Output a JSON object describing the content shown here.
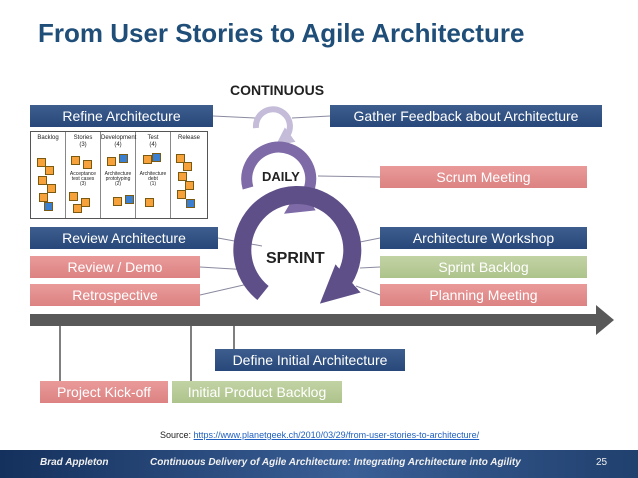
{
  "slide": {
    "title": "From User Stories to Agile Architecture",
    "cycles": {
      "continuous": "CONTINUOUS",
      "daily": "DAILY",
      "sprint": "SPRINT"
    },
    "labels": {
      "refine_architecture": "Refine Architecture",
      "gather_feedback": "Gather Feedback about Architecture",
      "scrum_meeting": "Scrum Meeting",
      "review_architecture": "Review Architecture",
      "architecture_workshop": "Architecture Workshop",
      "review_demo": "Review / Demo",
      "sprint_backlog": "Sprint Backlog",
      "retrospective": "Retrospective",
      "planning_meeting": "Planning Meeting",
      "define_initial_architecture": "Define Initial Architecture",
      "project_kickoff": "Project Kick-off",
      "initial_product_backlog": "Initial Product Backlog"
    },
    "board": {
      "headers": [
        "Backlog",
        "Stories\n(3)",
        "Development\n(4)",
        "Test\n(4)",
        "Release"
      ],
      "notes": [
        "Acceptance\ntest cases\n(3)",
        "Architecture\nprototyping\n(2)",
        "Architecture\ndebt\n(1)"
      ]
    },
    "source": {
      "prefix": "Source: ",
      "url": "https://www.planetgeek.ch/2010/03/29/from-user-stories-to-architecture/"
    },
    "footer": {
      "author": "Brad Appleton",
      "subtitle": "Continuous Delivery of Agile Architecture: Integrating Architecture into Agility",
      "page_number": "25"
    },
    "colors": {
      "title": "#1f4e79",
      "dark_label": "#2e4f80",
      "red_label": "#e08a8a",
      "green_label": "#b4c894",
      "cycle_arrow": "#6a5a94",
      "timeline_arrow": "#595959"
    }
  }
}
